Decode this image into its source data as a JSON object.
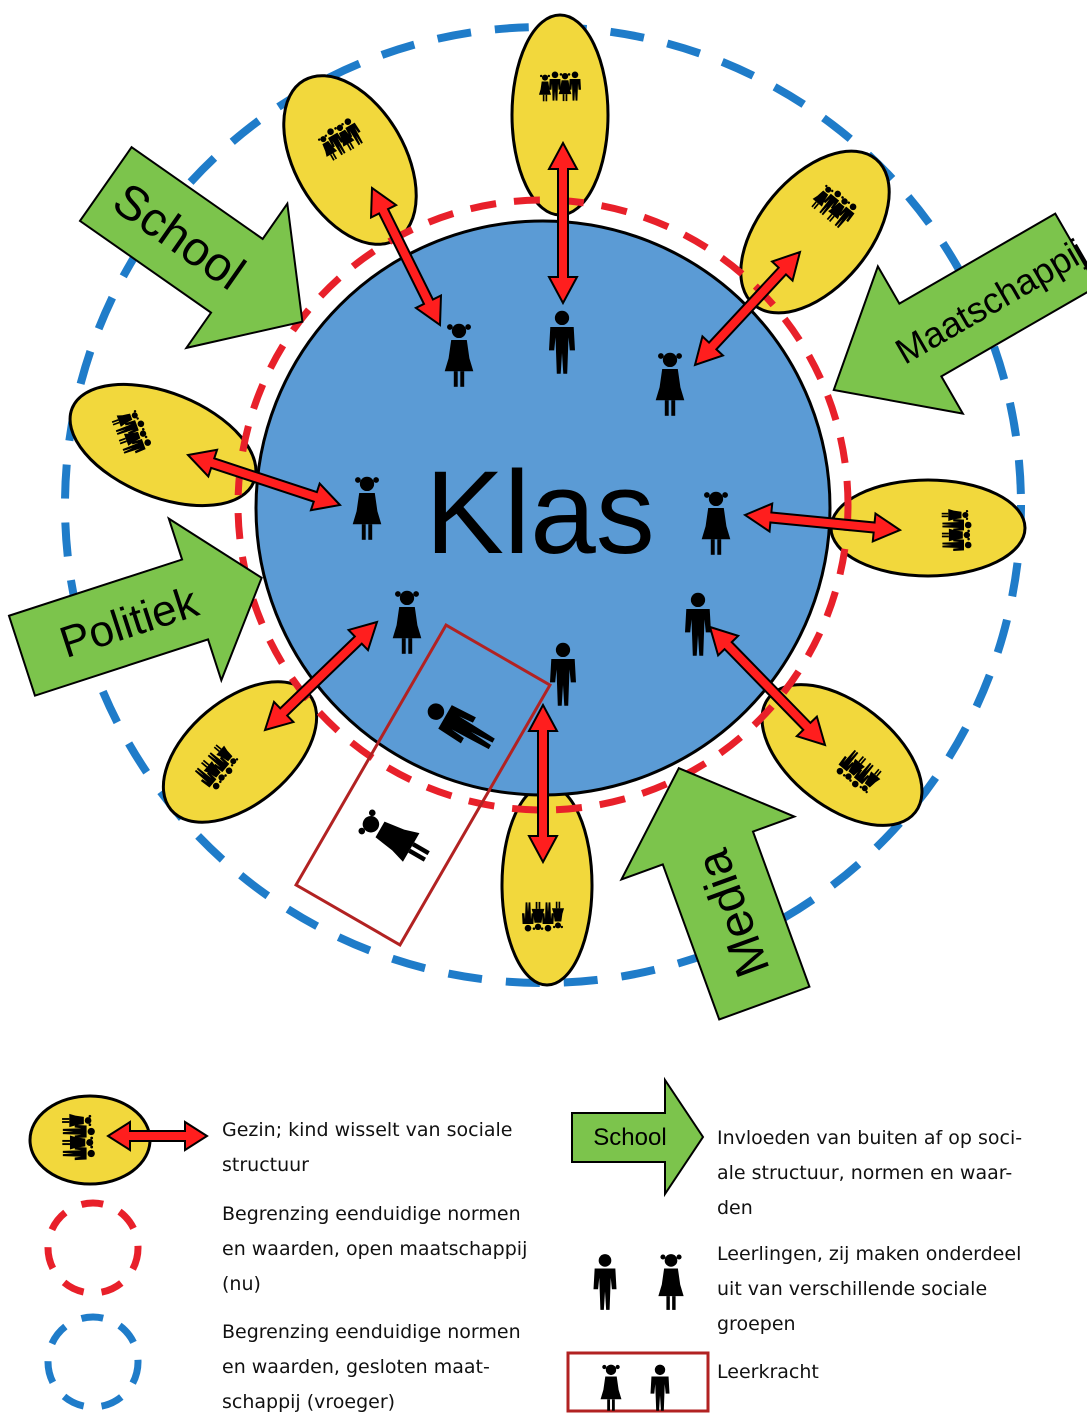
{
  "center_label": "Klas",
  "influences": {
    "school": "School",
    "maatschappij": "Maatschappij",
    "politiek": "Politiek",
    "media": "Media"
  },
  "legend": {
    "family": [
      "Gezin; kind wisselt van sociale",
      "structuur"
    ],
    "red_boundary": [
      "Begrenzing eenduidige normen",
      "en waarden, open maatschappij",
      "(nu)"
    ],
    "blue_boundary": [
      "Begrenzing eenduidige normen",
      "en waarden, gesloten maat-",
      "schappij (vroeger)"
    ],
    "influence_arrow_label": "School",
    "influence": [
      "Invloeden van buiten af op soci-",
      "ale structuur, normen en waar-",
      "den"
    ],
    "students": [
      "Leerlingen, zij maken onderdeel",
      "uit van verschillende sociale",
      "groepen"
    ],
    "teacher": [
      "Leerkracht"
    ]
  },
  "colors": {
    "classroom": "#5b9bd5",
    "family": "#f2d83c",
    "interaction_arrow": "#ff1e1e",
    "influence_arrow": "#7cc44c",
    "open_boundary": "#e8202a",
    "closed_boundary": "#1f7cc9",
    "teacher_box": "#b22222"
  }
}
